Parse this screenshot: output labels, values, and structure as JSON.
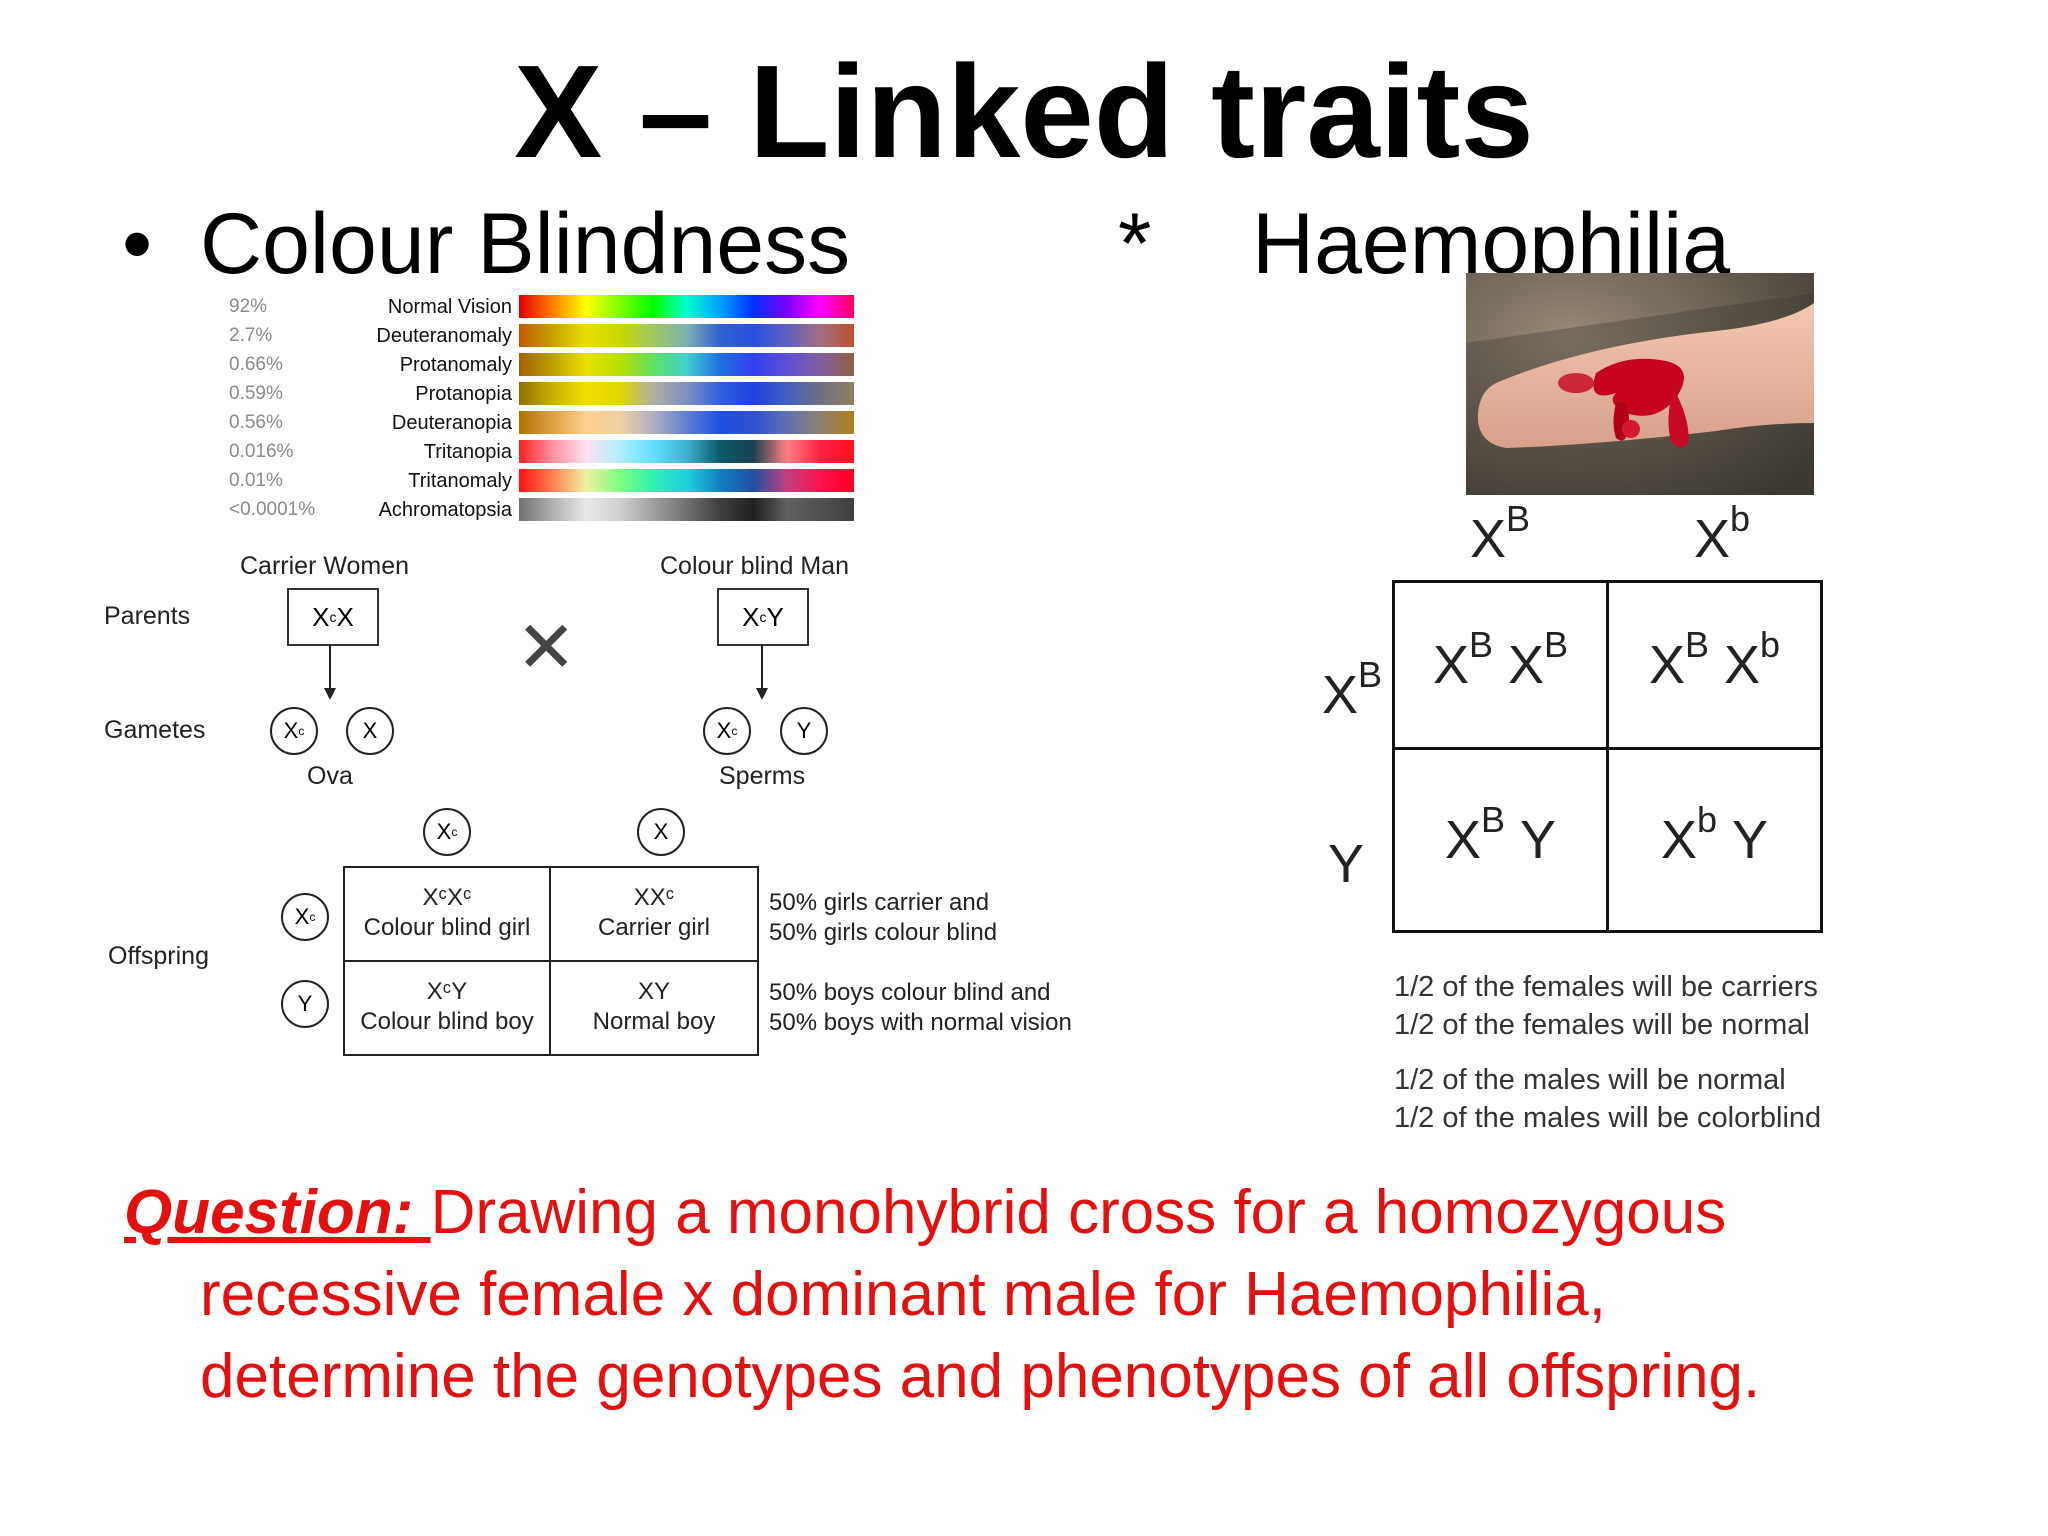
{
  "title": "X – Linked traits",
  "bullet": "•",
  "subtitle_left": "Colour Blindness",
  "subtitle_star": "*",
  "subtitle_right": "Haemophilia",
  "colour_table": [
    {
      "pct": "92%",
      "name": "Normal Vision"
    },
    {
      "pct": "2.7%",
      "name": "Deuteranomaly"
    },
    {
      "pct": "0.66%",
      "name": "Protanomaly"
    },
    {
      "pct": "0.59%",
      "name": "Protanopia"
    },
    {
      "pct": "0.56%",
      "name": "Deuteranopia"
    },
    {
      "pct": "0.016%",
      "name": "Tritanopia"
    },
    {
      "pct": "0.01%",
      "name": "Tritanomaly"
    },
    {
      "pct": "<0.0001%",
      "name": "Achromatopsia"
    }
  ],
  "cross": {
    "carrier_women": "Carrier Women",
    "colour_blind_man": "Colour blind Man",
    "parents": "Parents",
    "gametes": "Gametes",
    "offspring": "Offspring",
    "ova": "Ova",
    "sperms": "Sperms",
    "mother_genotype": "X",
    "mother_sup": "c",
    "mother_genotype2": "X",
    "father_genotype": "X",
    "father_sup": "c",
    "father_genotype2": "Y",
    "cross_symbol": "✕",
    "gamete_xc": "X",
    "gamete_xc_sup": "c",
    "gamete_x": "X",
    "gamete_y": "Y",
    "cells": [
      {
        "geno": "XᶜXᶜ",
        "pheno": "Colour blind girl"
      },
      {
        "geno": "XXᶜ",
        "pheno": "Carrier girl"
      },
      {
        "geno": "XᶜY",
        "pheno": "Colour blind boy"
      },
      {
        "geno": "XY",
        "pheno": "Normal boy"
      }
    ],
    "note_girls_1": "50% girls carrier and",
    "note_girls_2": "50% girls colour blind",
    "note_boys_1": "50% boys colour blind and",
    "note_boys_2": "50% boys with normal vision"
  },
  "haemo": {
    "col1": "X",
    "col1_sup": "B",
    "col2": "X",
    "col2_sup": "b",
    "row1": "X",
    "row1_sup": "B",
    "row2": "Y",
    "cell11_a": "X",
    "cell11_a_sup": "B",
    "cell11_b": "X",
    "cell11_b_sup": "B",
    "cell12_a": "X",
    "cell12_a_sup": "B",
    "cell12_b": "X",
    "cell12_b_sup": "b",
    "cell21_a": "X",
    "cell21_a_sup": "B",
    "cell21_b": "Y",
    "cell22_a": "X",
    "cell22_a_sup": "b",
    "cell22_b": "Y",
    "note1": "1/2 of the females will be carriers",
    "note2": "1/2 of the females will be normal",
    "note3": "1/2 of the males will be normal",
    "note4": "1/2 of the males will be colorblind"
  },
  "question": {
    "label": "Question: ",
    "line1": "Drawing a monohybrid cross for a homozygous",
    "line2": "recessive female x  dominant male for Haemophilia,",
    "line3": "determine the genotypes and phenotypes of all offspring."
  },
  "colors": {
    "question": "#e41010"
  }
}
